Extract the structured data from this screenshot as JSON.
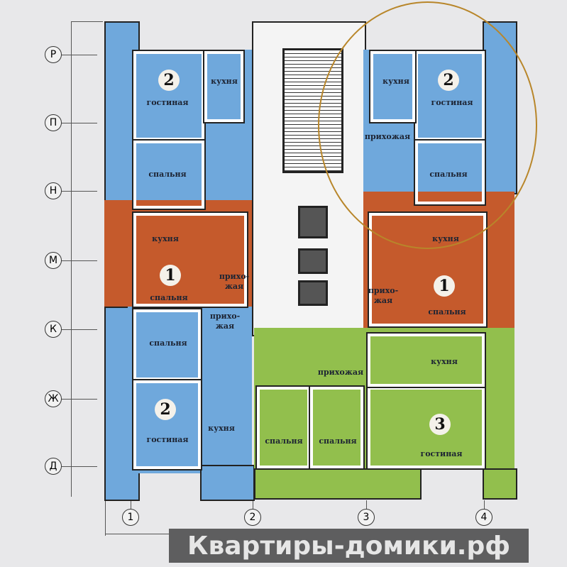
{
  "colors": {
    "blue": "#6fa8dc",
    "orange": "#c55a2c",
    "green": "#92bf4d",
    "corridor": "#f3f3f3"
  },
  "axes": {
    "rows": [
      "Р",
      "П",
      "Н",
      "М",
      "К",
      "Ж",
      "Д"
    ],
    "cols": [
      "1",
      "2",
      "3",
      "4"
    ]
  },
  "apartments": {
    "top_left": {
      "rooms": "2",
      "living": "гостиная",
      "kitchen": "кухня",
      "bedroom": "спальня"
    },
    "mid_left": {
      "rooms": "1",
      "kitchen": "кухня",
      "bedroom": "спальня",
      "hall": "прихо-\nжая"
    },
    "bottom_left": {
      "rooms": "2",
      "hall": "прихо-\nжая",
      "bedroom": "спальня",
      "living": "гостиная",
      "kitchen": "кухня"
    },
    "top_right": {
      "rooms": "2",
      "kitchen": "кухня",
      "living": "гостиная",
      "hall": "прихожая",
      "bedroom": "спальня"
    },
    "mid_right": {
      "rooms": "1",
      "kitchen": "кухня",
      "hall": "прихо-\nжая",
      "bedroom": "спальня"
    },
    "bottom_right": {
      "rooms": "3",
      "hall": "прихожая",
      "kitchen": "кухня",
      "living": "гостиная",
      "bedroom1": "спальня",
      "bedroom2": "спальня"
    }
  },
  "watermark": "Квартиры-домики.рф"
}
